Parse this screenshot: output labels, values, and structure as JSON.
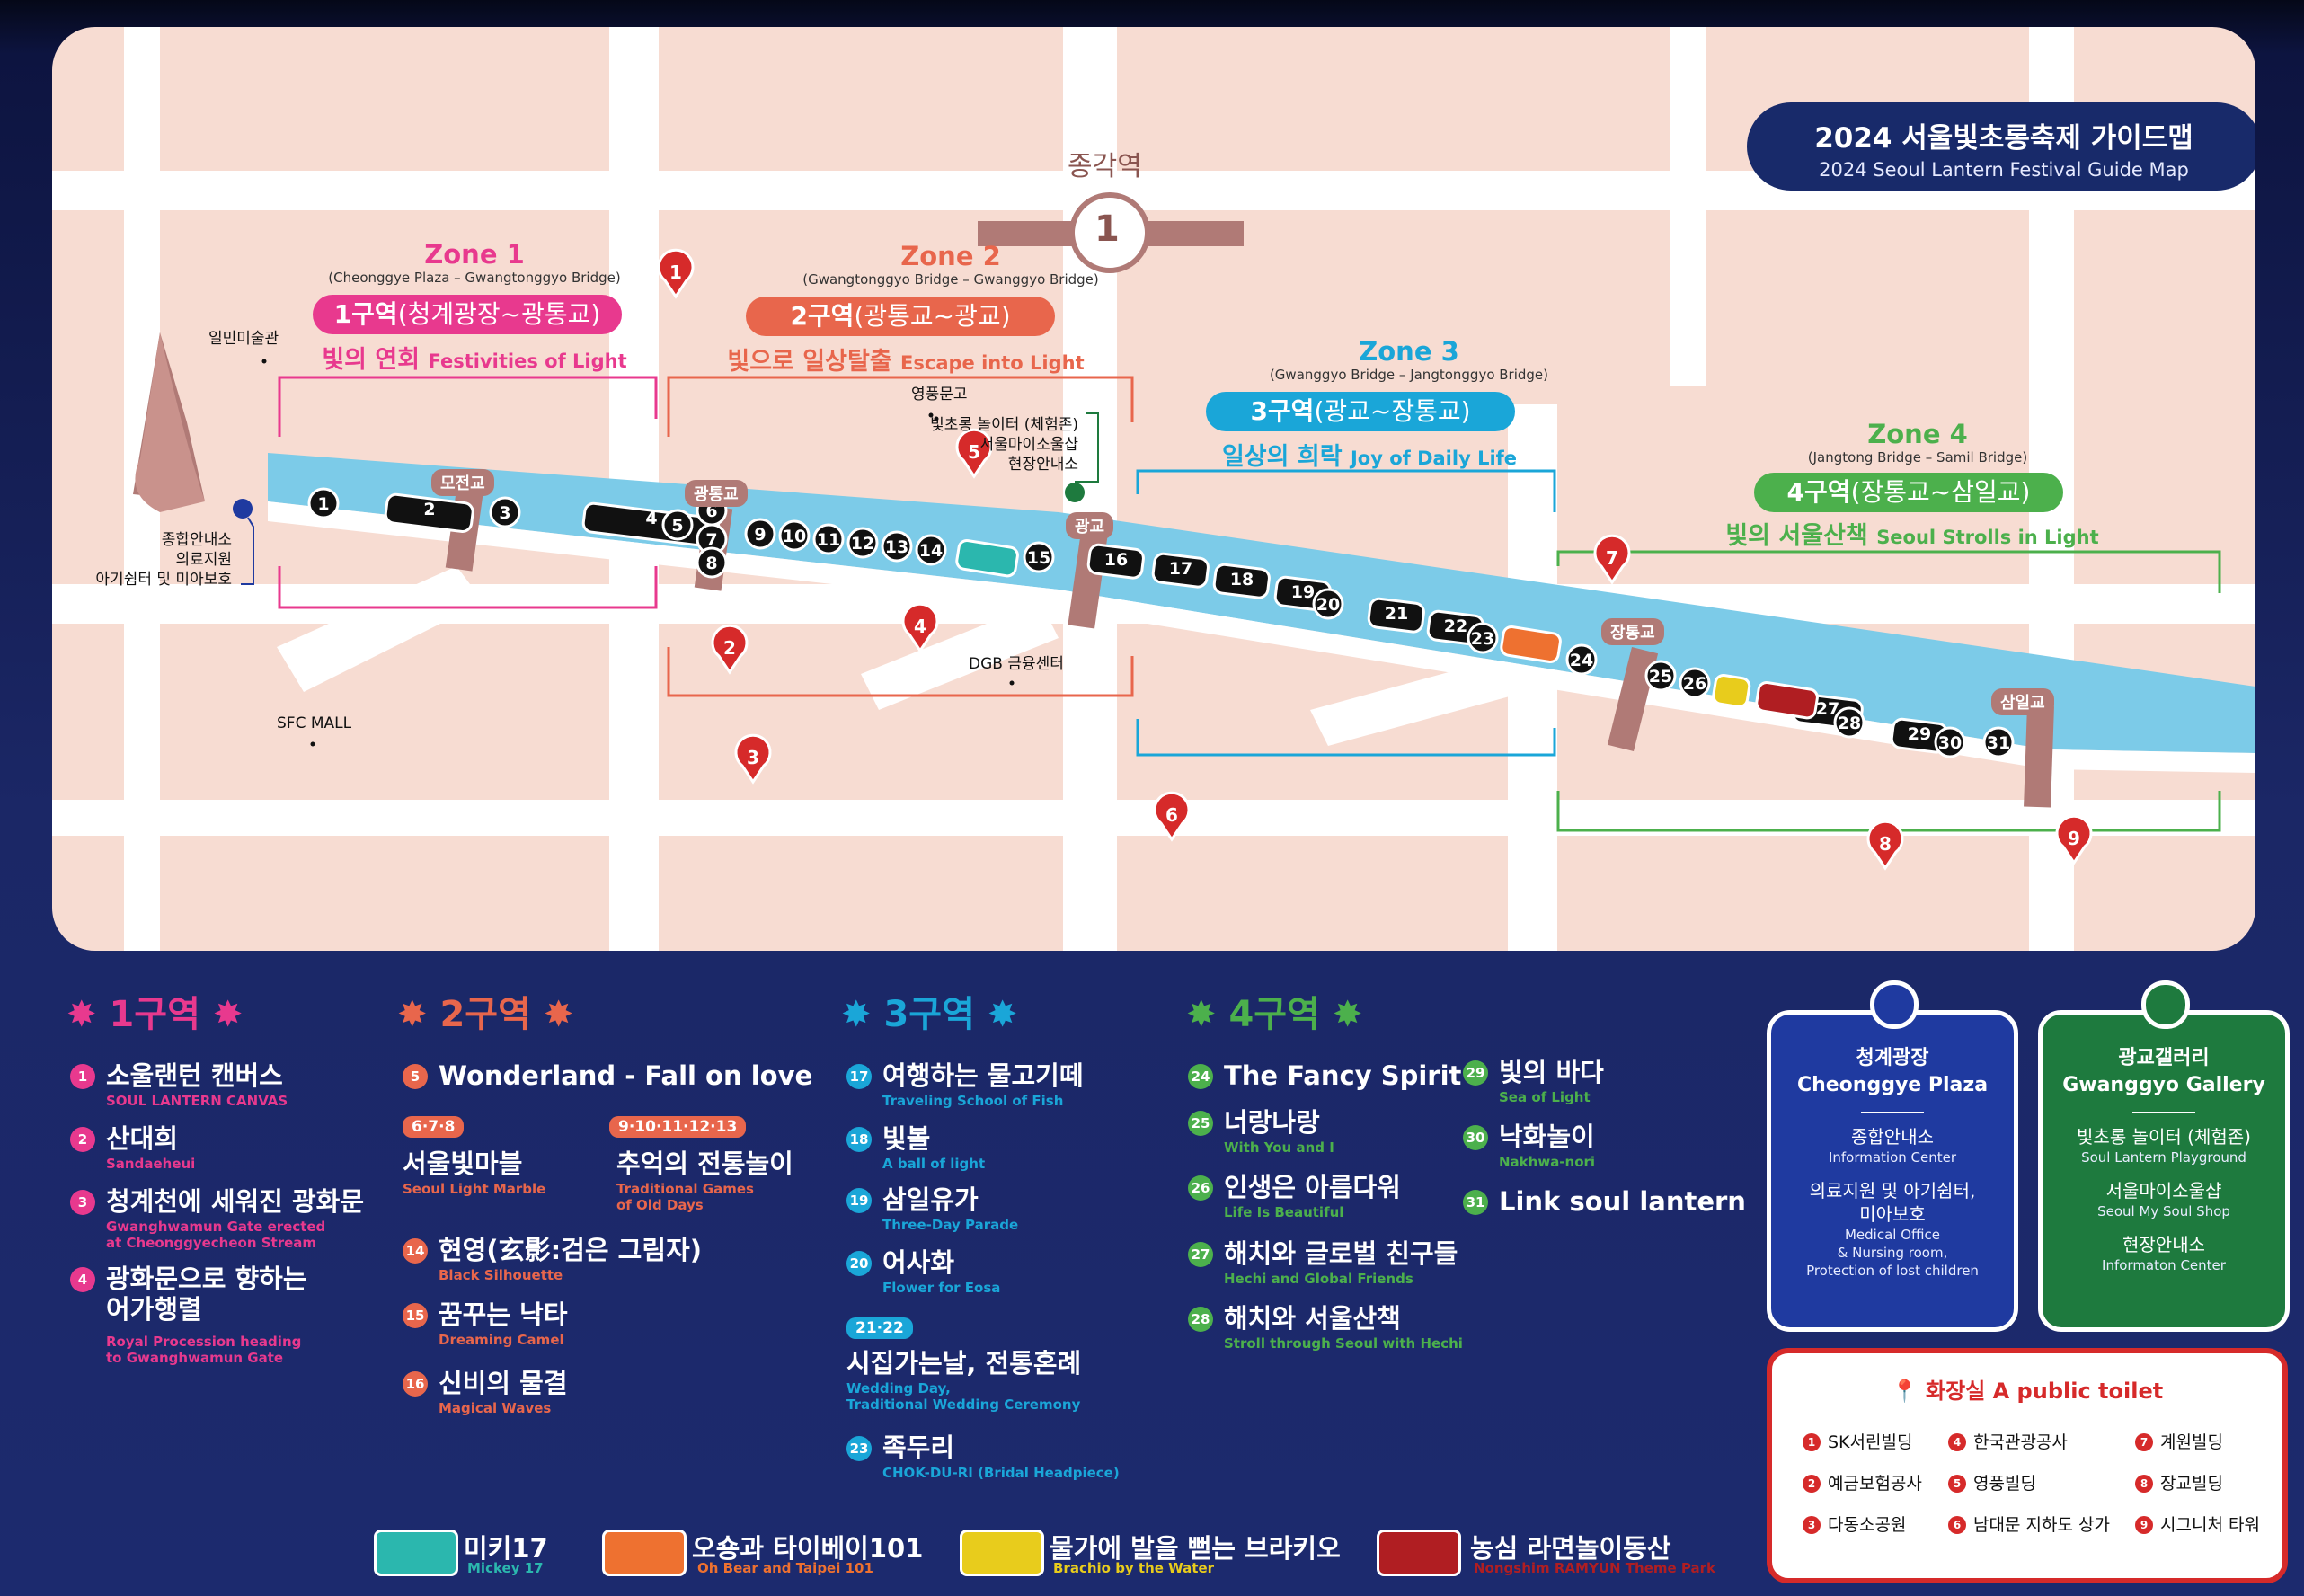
{
  "title": {
    "ko": "2024 서울빛초롱축제 가이드맵",
    "en": "2024 Seoul Lantern Festival Guide Map"
  },
  "map": {
    "station": {
      "name": "종각역",
      "line": "1"
    },
    "zones": [
      {
        "en": "Zone 1",
        "sub": "(Cheonggye Plaza – Gwangtonggyo Bridge)",
        "pill_a": "1구역",
        "pill_b": "(청계광장~광통교)",
        "theme_ko": "빛의 연회",
        "theme_en": "Festivities of Light",
        "color": "#e8398e"
      },
      {
        "en": "Zone 2",
        "sub": "(Gwangtonggyo Bridge – Gwanggyo Bridge)",
        "pill_a": "2구역",
        "pill_b": "(광통교~광교)",
        "theme_ko": "빛으로 일상탈출",
        "theme_en": "Escape into Light",
        "color": "#e8664c"
      },
      {
        "en": "Zone 3",
        "sub": "(Gwanggyo Bridge – Jangtonggyo Bridge)",
        "pill_a": "3구역",
        "pill_b": "(광교~장통교)",
        "theme_ko": "일상의 희락",
        "theme_en": "Joy of Daily Life",
        "color": "#1aa6d8"
      },
      {
        "en": "Zone 4",
        "sub": "(Jangtong Bridge – Samil Bridge)",
        "pill_a": "4구역",
        "pill_b": "(장통교~삼일교)",
        "theme_ko": "빛의 서울산책",
        "theme_en": "Seoul Strolls in Light",
        "color": "#4cb04c"
      }
    ],
    "bridges": [
      "모전교",
      "광통교",
      "광교",
      "장통교",
      "삼일교"
    ],
    "places": {
      "ilmin": "일민미술관",
      "sfc": "SFC MALL",
      "dgb": "DGB 금융센터",
      "youngpung": "영풍문고",
      "info_left": [
        "종합안내소",
        "의료지원",
        "아기쉼터 및 미아보호"
      ],
      "info_mid": [
        "빛초롱 놀이터 (체험존)",
        "서울마이소울샵",
        "현장안내소"
      ]
    },
    "toilet_pins": [
      "1",
      "2",
      "3",
      "4",
      "5",
      "6",
      "7",
      "8",
      "9"
    ],
    "lanterns": [
      "1",
      "2",
      "3",
      "4",
      "5",
      "6",
      "7",
      "8",
      "9",
      "10",
      "11",
      "12",
      "13",
      "14",
      "15",
      "16",
      "17",
      "18",
      "19",
      "20",
      "21",
      "22",
      "23",
      "24",
      "25",
      "26",
      "27",
      "28",
      "29",
      "30",
      "31"
    ]
  },
  "legend": {
    "z1": {
      "title": "1구역",
      "items": [
        {
          "n": "1",
          "ko": "소울랜턴 캔버스",
          "en": "SOUL LANTERN CANVAS"
        },
        {
          "n": "2",
          "ko": "산대희",
          "en": "Sandaeheui"
        },
        {
          "n": "3",
          "ko": "청계천에 세워진 광화문",
          "en": "Gwanghwamun Gate erected",
          "en2": "at Cheonggyecheon Stream"
        },
        {
          "n": "4",
          "ko": "광화문으로 향하는",
          "ko2": "어가행렬",
          "en": "Royal Procession heading",
          "en2": "to Gwanghwamun Gate"
        }
      ]
    },
    "z2": {
      "title": "2구역",
      "items": [
        {
          "n": "5",
          "ko": "Wonderland - Fall on love"
        },
        {
          "tag": "6·7·8",
          "ko": "서울빛마블",
          "en": "Seoul Light Marble"
        },
        {
          "tag": "9·10·11·12·13",
          "ko": "추억의 전통놀이",
          "en": "Traditional Games",
          "en2": "of Old Days"
        },
        {
          "n": "14",
          "ko": "현영(玄影:검은 그림자)",
          "en": "Black Silhouette"
        },
        {
          "n": "15",
          "ko": "꿈꾸는 낙타",
          "en": "Dreaming Camel"
        },
        {
          "n": "16",
          "ko": "신비의 물결",
          "en": "Magical Waves"
        }
      ]
    },
    "z3": {
      "title": "3구역",
      "items": [
        {
          "n": "17",
          "ko": "여행하는 물고기떼",
          "en": "Traveling School of Fish"
        },
        {
          "n": "18",
          "ko": "빛볼",
          "en": "A ball of light"
        },
        {
          "n": "19",
          "ko": "삼일유가",
          "en": "Three-Day Parade"
        },
        {
          "n": "20",
          "ko": "어사화",
          "en": "Flower for Eosa"
        },
        {
          "tag": "21·22",
          "ko": "시집가는날, 전통혼례",
          "en": "Wedding Day,",
          "en2": "Traditional Wedding Ceremony"
        },
        {
          "n": "23",
          "ko": "족두리",
          "en": "CHOK-DU-RI (Bridal Headpiece)"
        }
      ]
    },
    "z4": {
      "title": "4구역",
      "items": [
        {
          "n": "24",
          "ko": "The Fancy Spirit"
        },
        {
          "n": "25",
          "ko": "너랑나랑",
          "en": "With You and I"
        },
        {
          "n": "26",
          "ko": "인생은 아름다워",
          "en": "Life Is Beautiful"
        },
        {
          "n": "27",
          "ko": "해치와 글로벌 친구들",
          "en": "Hechi and Global Friends"
        },
        {
          "n": "28",
          "ko": "해치와 서울산책",
          "en": "Stroll through Seoul with Hechi"
        },
        {
          "n": "29",
          "ko": "빛의 바다",
          "en": "Sea of Light"
        },
        {
          "n": "30",
          "ko": "낙화놀이",
          "en": "Nakhwa-nori"
        },
        {
          "n": "31",
          "ko": "Link soul lantern"
        }
      ]
    }
  },
  "cards": {
    "plaza": {
      "ko": "청계광장",
      "en": "Cheonggye Plaza",
      "a_ko": "종합안내소",
      "a_en": "Information Center",
      "b_ko": "의료지원 및 아기쉼터,",
      "b_ko2": "미아보호",
      "b_en": "Medical Office",
      "b_en2": "& Nursing room,",
      "b_en3": "Protection of lost children"
    },
    "gallery": {
      "ko": "광교갤러리",
      "en": "Gwanggyo Gallery",
      "a_ko": "빛초롱 놀이터 (체험존)",
      "a_en": "Soul Lantern Playground",
      "b_ko": "서울마이소울샵",
      "b_en": "Seoul My Soul Shop",
      "c_ko": "현장안내소",
      "c_en": "Informaton Center"
    }
  },
  "toilet": {
    "title": "화장실 A public toilet",
    "items": [
      {
        "n": "1",
        "name": "SK서린빌딩"
      },
      {
        "n": "4",
        "name": "한국관광공사"
      },
      {
        "n": "7",
        "name": "계원빌딩"
      },
      {
        "n": "2",
        "name": "예금보험공사"
      },
      {
        "n": "5",
        "name": "영풍빌딩"
      },
      {
        "n": "8",
        "name": "장교빌딩"
      },
      {
        "n": "3",
        "name": "다동소공원"
      },
      {
        "n": "6",
        "name": "남대문 지하도 상가"
      },
      {
        "n": "9",
        "name": "시그니처 타워"
      }
    ]
  },
  "key": [
    {
      "ko": "미키17",
      "en": "Mickey 17",
      "color": "#2bb7ae"
    },
    {
      "ko": "오숑과 타이베이101",
      "en": "Oh Bear and Taipei 101",
      "color": "#ee7130"
    },
    {
      "ko": "물가에 발을 뻗는 브라키오",
      "en": "Brachio by the Water",
      "color": "#e8cc1c"
    },
    {
      "ko": "농심 라면놀이동산",
      "en": "Nongshim RAMYUN Theme Park",
      "color": "#b01e22"
    }
  ]
}
